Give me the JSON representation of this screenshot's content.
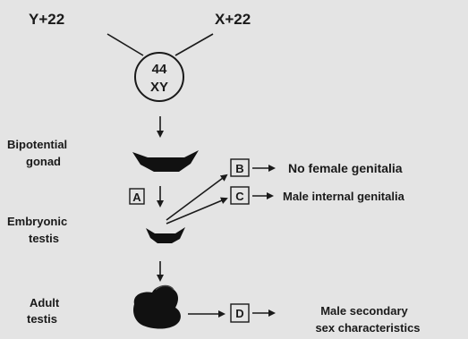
{
  "gametes": {
    "left": "Y+22",
    "right": "X+22"
  },
  "zygote": {
    "line1": "44",
    "line2": "XY"
  },
  "stages": {
    "bipotential": [
      "Bipotential",
      "gonad"
    ],
    "embryonic": [
      "Embryonic",
      "testis"
    ],
    "adult": [
      "Adult",
      "testis"
    ]
  },
  "boxes": {
    "a": "A",
    "b": "B",
    "c": "C",
    "d": "D"
  },
  "outcomes": {
    "b": "No female genitalia",
    "c": "Male internal genitalia",
    "d": [
      "Male secondary",
      "sex characteristics"
    ]
  }
}
